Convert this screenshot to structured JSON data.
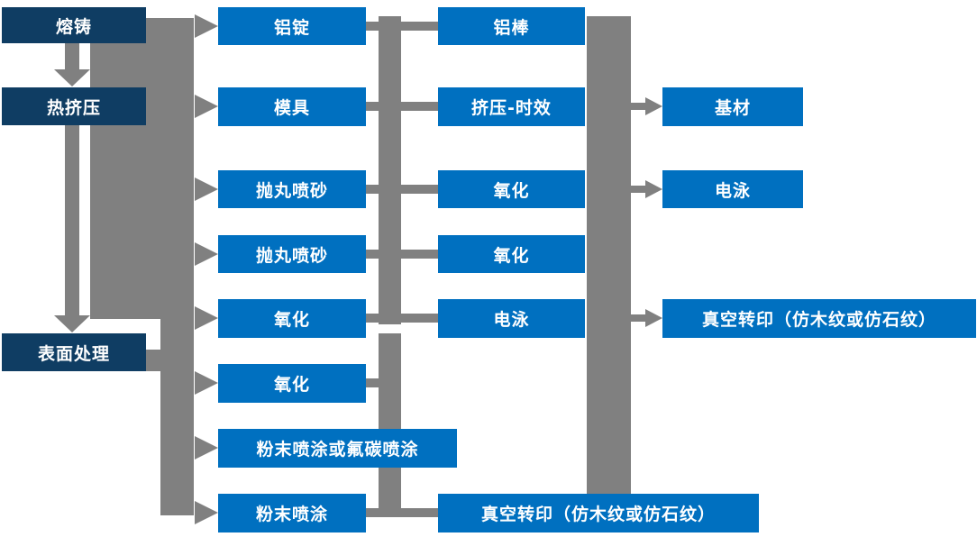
{
  "diagram": {
    "type": "process-flowchart",
    "language": "zh-CN",
    "colors": {
      "stage_box": "#0f3d63",
      "process_box": "#0070c0",
      "connector_gray": "#808080",
      "text": "#ffffff",
      "background": "#ffffff"
    },
    "stages": [
      {
        "id": "melting-casting",
        "label": "熔铸"
      },
      {
        "id": "hot-extrusion",
        "label": "热挤压"
      },
      {
        "id": "surface-treatment",
        "label": "表面处理"
      }
    ],
    "column2": [
      {
        "id": "aluminum-ingot",
        "label": "铝锭"
      },
      {
        "id": "mold",
        "label": "模具"
      },
      {
        "id": "shot-blasting-1",
        "label": "抛丸喷砂"
      },
      {
        "id": "shot-blasting-2",
        "label": "抛丸喷砂"
      },
      {
        "id": "oxidation-1",
        "label": "氧化"
      },
      {
        "id": "oxidation-2",
        "label": "氧化"
      },
      {
        "id": "powder-or-fluorocarbon-coating",
        "label": "粉末喷涂或氟碳喷涂"
      },
      {
        "id": "powder-coating",
        "label": "粉末喷涂"
      }
    ],
    "column3": [
      {
        "id": "aluminum-rod",
        "label": "铝棒"
      },
      {
        "id": "extrusion-aging",
        "label": "挤压-时效"
      },
      {
        "id": "oxidation-3",
        "label": "氧化"
      },
      {
        "id": "oxidation-4",
        "label": "氧化"
      },
      {
        "id": "electrophoresis-1",
        "label": "电泳"
      },
      {
        "id": "vacuum-transfer-1",
        "label": "真空转印（仿木纹或仿石纹）"
      }
    ],
    "column4": [
      {
        "id": "substrate",
        "label": "基材"
      },
      {
        "id": "electrophoresis-2",
        "label": "电泳"
      },
      {
        "id": "vacuum-transfer-2",
        "label": "真空转印（仿木纹或仿石纹）"
      }
    ]
  }
}
